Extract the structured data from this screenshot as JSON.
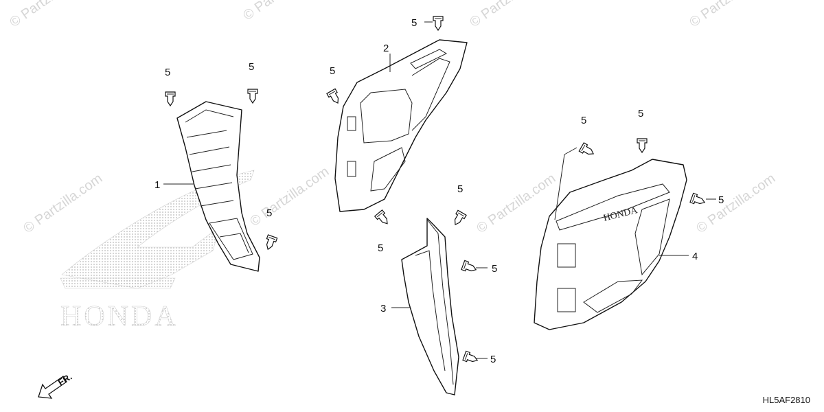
{
  "diagram": {
    "drawing_code": "HL5AF2810",
    "front_indicator": "FR.",
    "watermark_text": "© Partzilla.com",
    "embossed_brand": "HONDA",
    "background_logo_text": "HONDA",
    "callouts": {
      "part_1": "1",
      "part_2": "2",
      "part_3": "3",
      "part_4": "4",
      "clip": "5"
    },
    "colors": {
      "line": "#111111",
      "watermark": "#d6d6d6"
    }
  }
}
